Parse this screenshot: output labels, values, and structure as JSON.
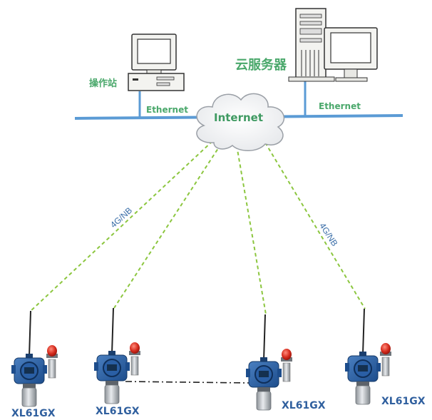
{
  "nodes": {
    "workstation": {
      "label": "操作站"
    },
    "cloud_server": {
      "label": "云服务器"
    },
    "internet": {
      "label": "Internet"
    }
  },
  "links": {
    "ethernet_left": "Ethernet",
    "ethernet_right": "Ethernet",
    "wireless_left": "4G/NB",
    "wireless_right": "4G/NB"
  },
  "devices": [
    {
      "model": "XL61GX"
    },
    {
      "model": "XL61GX"
    },
    {
      "model": "XL61GX"
    },
    {
      "model": "XL61GX"
    }
  ],
  "colors": {
    "ethernet_bus": "#5b9bd5",
    "wireless_link": "#8cc63f",
    "label_green": "#4aa86b",
    "device_blue": "#2f5f9e"
  }
}
